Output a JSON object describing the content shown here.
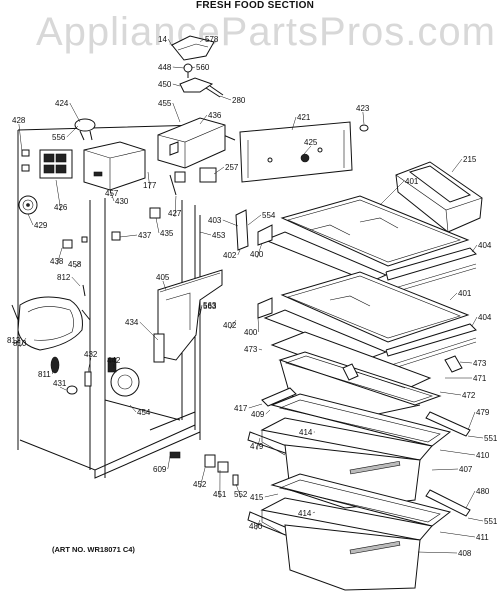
{
  "header": {
    "title": "FRESH FOOD SECTION"
  },
  "watermark": {
    "text": "AppliancePartsPros.com"
  },
  "footer": {
    "art_number": "(ART NO. WR18071 C4)"
  },
  "part_labels": [
    "14",
    "578",
    "448",
    "560",
    "450",
    "280",
    "424",
    "455",
    "436",
    "421",
    "423",
    "428",
    "556",
    "425",
    "426",
    "430",
    "177",
    "257",
    "427",
    "215",
    "429",
    "401",
    "554",
    "403",
    "435",
    "437",
    "457",
    "453",
    "404",
    "400",
    "402",
    "438",
    "458",
    "812",
    "405",
    "563",
    "401",
    "404",
    "563",
    "810",
    "812",
    "434",
    "400",
    "402",
    "473",
    "811",
    "442",
    "432",
    "431",
    "473",
    "471",
    "417",
    "409",
    "472",
    "479",
    "454",
    "414",
    "551",
    "410",
    "609",
    "479",
    "407",
    "452",
    "451",
    "552",
    "415",
    "480",
    "414",
    "551",
    "411",
    "480",
    "408"
  ]
}
